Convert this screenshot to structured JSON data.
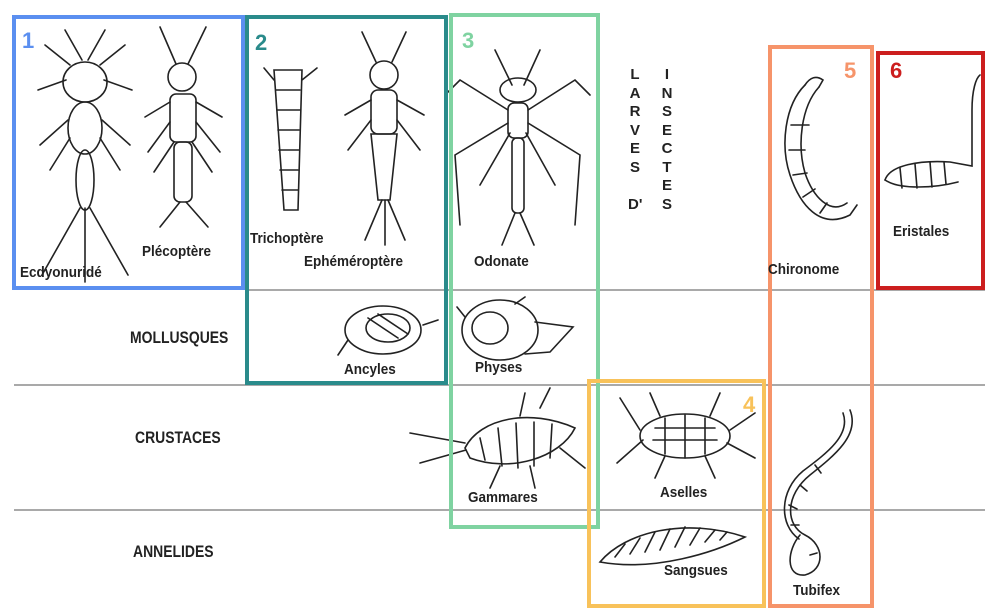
{
  "groups": [
    {
      "number": "1",
      "color": "#5b8ff0"
    },
    {
      "number": "2",
      "color": "#2a8b8b"
    },
    {
      "number": "3",
      "color": "#7fd3a1"
    },
    {
      "number": "4",
      "color": "#f8c25a"
    },
    {
      "number": "5",
      "color": "#f6946a"
    },
    {
      "number": "6",
      "color": "#cc1e1e"
    }
  ],
  "vertical_label": {
    "col1": [
      "L",
      "A",
      "R",
      "V",
      "E",
      "S",
      "",
      "D'"
    ],
    "col2": [
      "I",
      "N",
      "S",
      "E",
      "C",
      "T",
      "E",
      "S"
    ]
  },
  "rows": {
    "mollusques": "MOLLUSQUES",
    "crustaces": "CRUSTACES",
    "annelides": "ANNELIDES"
  },
  "organisms": {
    "ecdyonuride": "Ecdyonuridé",
    "plecoptere": "Plécoptère",
    "trichoptere": "Trichoptère",
    "ephemeroptere": "Ephéméroptère",
    "odonate": "Odonate",
    "chironome": "Chironome",
    "eristales": "Eristales",
    "ancyles": "Ancyles",
    "physes": "Physes",
    "gammares": "Gammares",
    "aselles": "Aselles",
    "sangsues": "Sangsues",
    "tubifex": "Tubifex"
  },
  "icons": [
    "mayfly-larva-icon",
    "stonefly-larva-icon",
    "caddisfly-larva-icon",
    "damselfly-larva-icon",
    "chironomid-larva-icon",
    "rat-tailed-maggot-icon",
    "limpet-shell-icon",
    "snail-shell-icon",
    "amphipod-icon",
    "isopod-icon",
    "leech-icon",
    "tubifex-worm-icon"
  ]
}
